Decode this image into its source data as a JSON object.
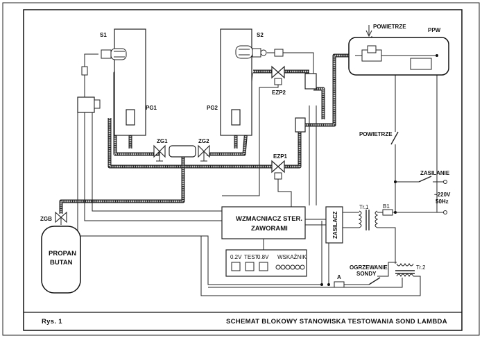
{
  "labels": {
    "s1": "S1",
    "s2": "S2",
    "pg1": "PG1",
    "pg2": "PG2",
    "zg1": "ZG1",
    "zg2": "ZG2",
    "ezp1": "EZP1",
    "ezp2": "EZP2",
    "zgb": "ZGB",
    "powietrze_top": "POWIETRZE",
    "ppw": "PPW",
    "powietrze_mid": "POWIETRZE",
    "zasilanie": "ZASILANIE",
    "voltage": "~220V",
    "frequency": "50Hz",
    "tr1": "Tr.1",
    "b1": "B1",
    "tr2": "Tr.2",
    "ogrzewanie": "OGRZEWANIE",
    "sondy": "SONDY",
    "a": "A",
    "zasilacz": "ZASILACZ",
    "wzmacniacz_line1": "WZMACNIACZ STER.",
    "wzmacniacz_line2": "ZAWORAMI",
    "propan": "PROPAN",
    "butan": "BUTAN",
    "panel_02v": "0.2V",
    "panel_test": "TEST",
    "panel_08v": "0.8V",
    "panel_wskaznik": "WSKAŹNIK"
  },
  "footer": {
    "figure": "Rys. 1",
    "title": "SCHEMAT  BLOKOWY  STANOWISKA  TESTOWANIA  SOND LAMBDA"
  }
}
